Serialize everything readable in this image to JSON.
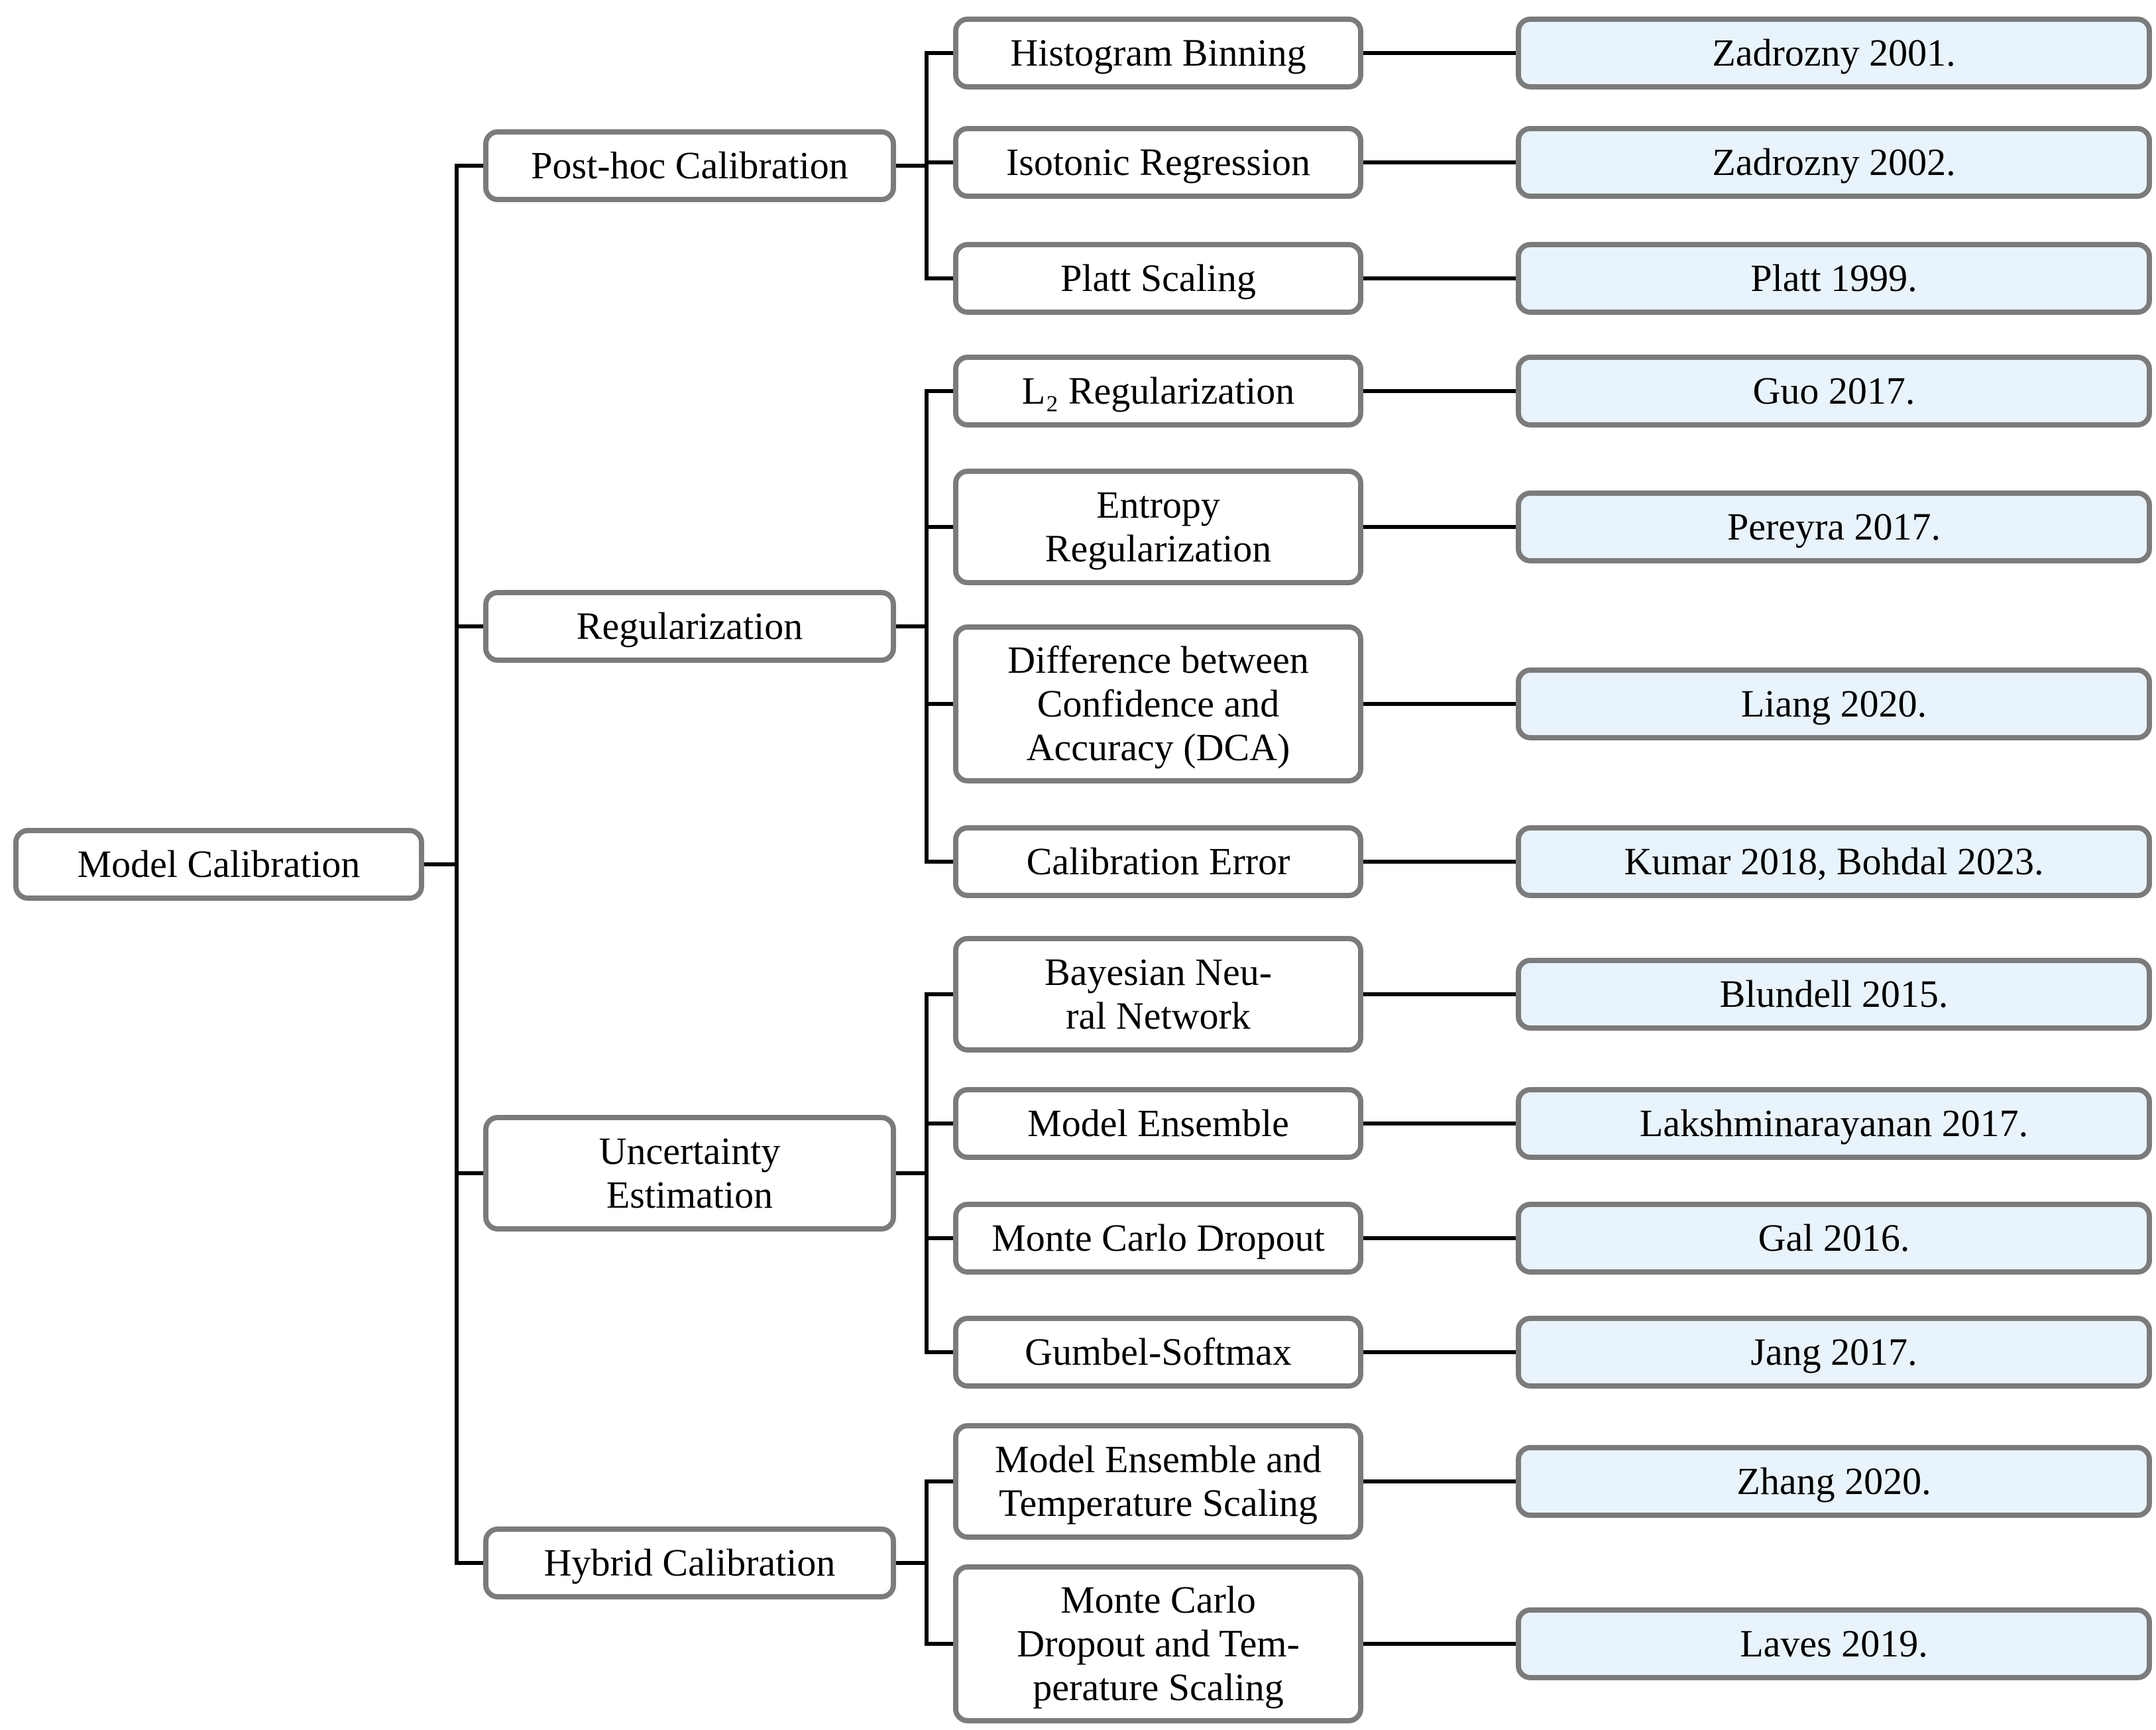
{
  "diagram": {
    "title": "Model calibration taxonomy tree",
    "colors": {
      "reference_fill": "#e8f3fb",
      "box_border": "#7b7b7b",
      "connector": "#000000",
      "text": "#000000",
      "node_fill": "#ffffff"
    },
    "root": {
      "label": "Model Calibration"
    },
    "branches": [
      {
        "label": "Post-hoc Calibration",
        "children": [
          {
            "method": "Histogram Binning",
            "reference": "Zadrozny 2001."
          },
          {
            "method": "Isotonic Regression",
            "reference": "Zadrozny 2002."
          },
          {
            "method": "Platt Scaling",
            "reference": "Platt 1999."
          }
        ]
      },
      {
        "label": "Regularization",
        "children": [
          {
            "method": "L₂ Regularization",
            "reference": "Guo 2017."
          },
          {
            "method": "Entropy\nRegularization",
            "reference": "Pereyra 2017."
          },
          {
            "method": "Difference between\nConfidence and\nAccuracy (DCA)",
            "reference": "Liang 2020."
          },
          {
            "method": "Calibration Error",
            "reference": "Kumar 2018, Bohdal 2023."
          }
        ]
      },
      {
        "label": "Uncertainty\nEstimation",
        "children": [
          {
            "method": "Bayesian Neu-\nral Network",
            "reference": "Blundell 2015."
          },
          {
            "method": "Model Ensemble",
            "reference": "Lakshminarayanan 2017."
          },
          {
            "method": "Monte Carlo Dropout",
            "reference": "Gal 2016."
          },
          {
            "method": "Gumbel-Softmax",
            "reference": "Jang 2017."
          }
        ]
      },
      {
        "label": "Hybrid Calibration",
        "children": [
          {
            "method": "Model Ensemble and\nTemperature Scaling",
            "reference": "Zhang 2020."
          },
          {
            "method": "Monte Carlo\nDropout and Tem-\nperature Scaling",
            "reference": "Laves 2019."
          }
        ]
      }
    ]
  }
}
